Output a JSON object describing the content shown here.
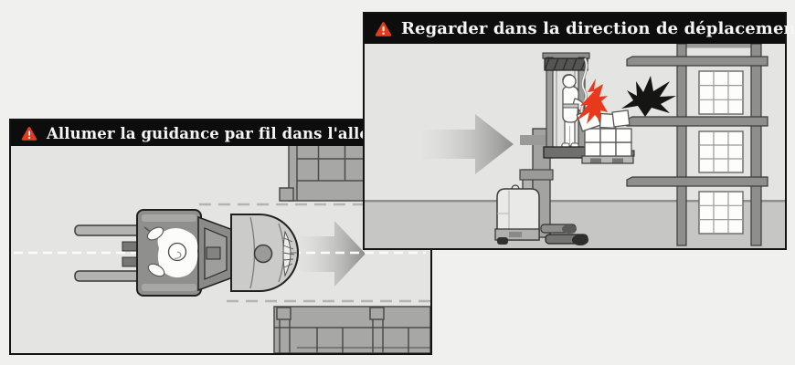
{
  "page": {
    "background": "#f0f0ef",
    "description_visible_text_only": true
  },
  "panels": [
    {
      "id": "wire-guidance",
      "title": "Allumer la guidance par fil dans l'allée",
      "icon": "warning-triangle-icon"
    },
    {
      "id": "look-direction",
      "title": "Regarder dans la direction de déplacement",
      "icon": "warning-triangle-icon"
    }
  ],
  "colors": {
    "panel_border": "#131313",
    "title_bar_bg": "#0d0d0d",
    "title_text": "#f6f6f4",
    "warning_red": "#e23c1e",
    "aisle_bg": "#e4e4e2",
    "wall_bg": "#e4e4e2",
    "floor_bg": "#c6c6c4",
    "rack_gray": "#a7a7a5",
    "arrow_dark": "#8d8d8b",
    "impact_red": "#e8391d",
    "impact_black": "#151513",
    "guide_wire_white": "#fbfbf9",
    "box_white": "#fefefc"
  }
}
